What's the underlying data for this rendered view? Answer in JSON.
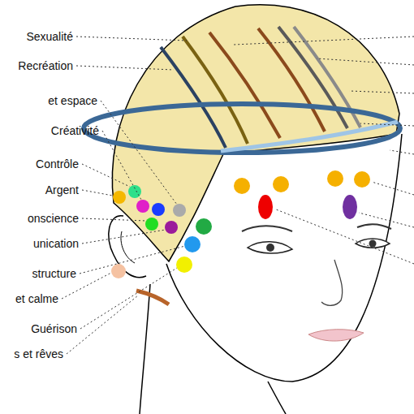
{
  "diagram": {
    "labels": [
      "Sexualité",
      "Recréation",
      "et espace",
      "Créativité",
      "Contrôle",
      "Argent",
      "onscience",
      "unication",
      "structure",
      "et calme",
      "Guérison",
      "s et rêves"
    ]
  }
}
